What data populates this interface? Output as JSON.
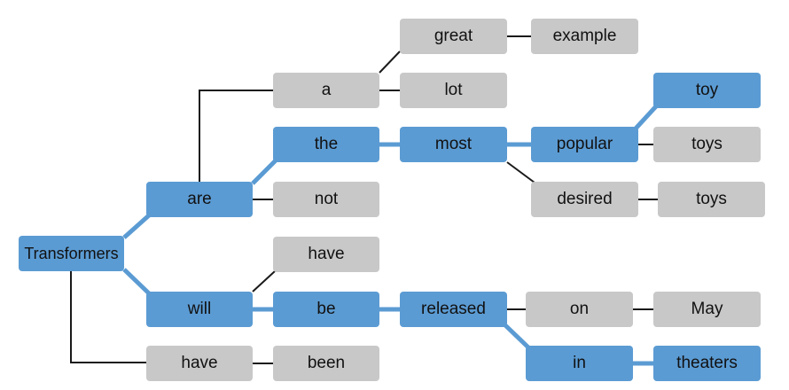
{
  "diagram": {
    "colors": {
      "selected_path": "#5b9bd3",
      "candidate": "#c8c8c8",
      "connector": "#1a1a1a"
    },
    "nodes": {
      "transformers": "Transformers",
      "are": "are",
      "will": "will",
      "have1": "have",
      "a": "a",
      "the": "the",
      "not": "not",
      "have2": "have",
      "be": "be",
      "been": "been",
      "great": "great",
      "lot": "lot",
      "most": "most",
      "released": "released",
      "example": "example",
      "popular": "popular",
      "desired": "desired",
      "on": "on",
      "in": "in",
      "toy": "toy",
      "toys1": "toys",
      "toys2": "toys",
      "may": "May",
      "theaters": "theaters"
    }
  }
}
